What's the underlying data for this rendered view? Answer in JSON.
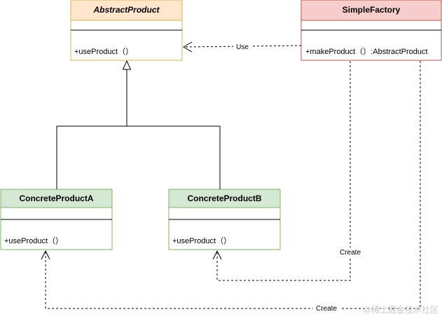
{
  "classes": {
    "abstract_product": {
      "name": "AbstractProduct",
      "method": "+useProduct（）",
      "fill": "#ffe6cc",
      "stroke": "#d6b656"
    },
    "simple_factory": {
      "name": "SimpleFactory",
      "method": "+makeProduct（）:AbstractProduct",
      "fill": "#f8cecc",
      "stroke": "#b85450"
    },
    "concrete_product_a": {
      "name": "ConcreteProductA",
      "method": "+useProduct（）",
      "fill": "#d5e8d4",
      "stroke": "#82b366"
    },
    "concrete_product_b": {
      "name": "ConcreteProductB",
      "method": "+useProduct（）",
      "fill": "#d5e8d4",
      "stroke": "#82b366"
    }
  },
  "relations": {
    "use": "Use",
    "create_b": "Create",
    "create_a": "Create"
  },
  "watermark": "@稀土掘金技术社区"
}
